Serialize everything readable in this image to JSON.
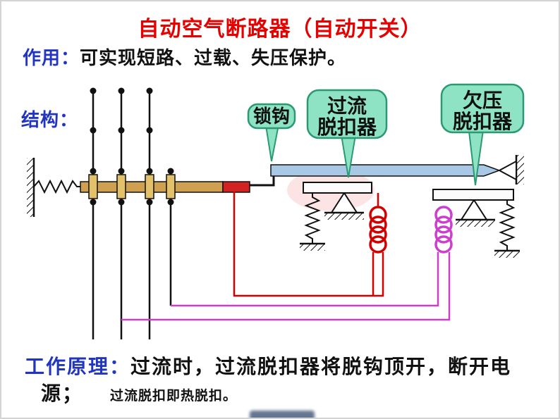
{
  "header": {
    "title": "自动空气断路器（自动开关）"
  },
  "function_line": {
    "label": "作用：",
    "text": "可实现短路、过载、失压保护。"
  },
  "structure_label": "结构：",
  "diagram": {
    "bubbles": {
      "lock_hook": "锁钩",
      "overcurrent_line1": "过流",
      "overcurrent_line2": "脱扣器",
      "undervoltage_line1": "欠压",
      "undervoltage_line2": "脱扣器"
    },
    "colors": {
      "title_red": "#e60000",
      "label_blue": "#2135c0",
      "bubble_fill": "#8fe3c5",
      "bubble_border": "#2a9a72",
      "rod_tan": "#cfa050",
      "rod_tip_red": "#d42222",
      "lever_blue": "#a8c8e6",
      "coil_red": "#d40000",
      "coil_magenta": "#cc3ecc",
      "wire_black": "#111111"
    }
  },
  "principle": {
    "label": "工作原理：",
    "line1": "过流时，过流脱扣器将脱钩顶开，断开电",
    "line2": "源；",
    "note": "过流脱扣即热脱扣。"
  }
}
